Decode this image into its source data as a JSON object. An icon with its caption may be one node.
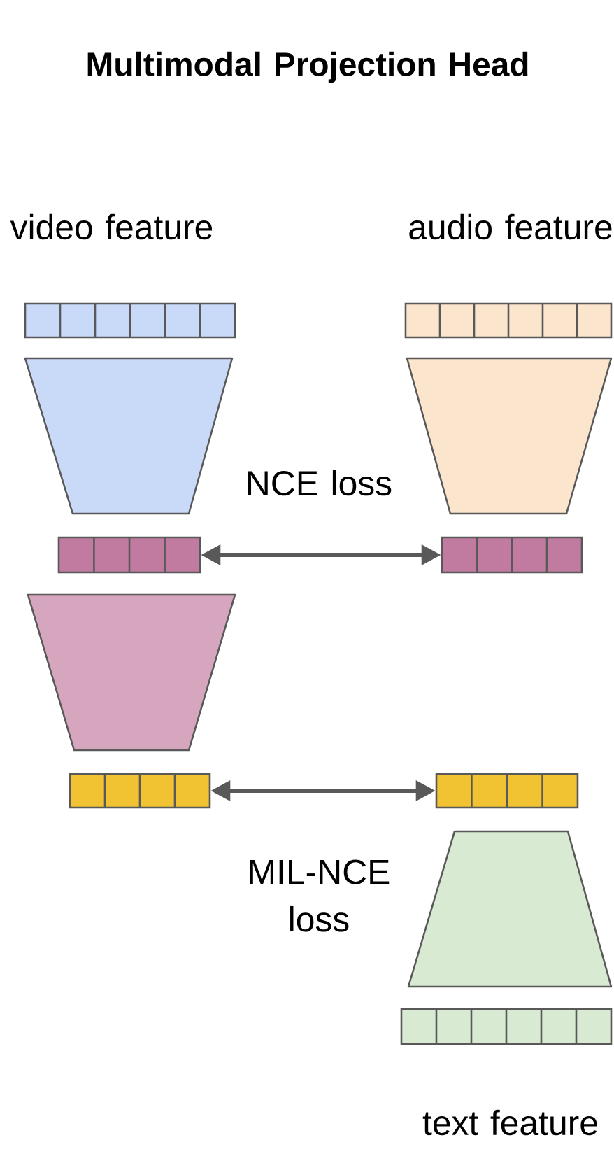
{
  "diagram": {
    "title": "Multimodal Projection Head",
    "nodes": [
      {
        "text": [],
        "shape": "bar",
        "beside": [
          "video feature"
        ]
      },
      {
        "text": [],
        "shape": "bar",
        "beside": [
          "audio feature"
        ]
      },
      {
        "text": [],
        "shape": "trapezoid"
      },
      {
        "text": [],
        "shape": "trapezoid"
      },
      {
        "text": [],
        "shape": "bar"
      },
      {
        "text": [],
        "shape": "bar"
      },
      {
        "text": [],
        "shape": "trapezoid"
      },
      {
        "text": [],
        "shape": "bar"
      },
      {
        "text": [],
        "shape": "bar"
      },
      {
        "text": [],
        "shape": "trapezoid"
      },
      {
        "text": [],
        "shape": "bar",
        "beside": [
          "text feature"
        ]
      }
    ],
    "edges": [
      {
        "from": 4,
        "to": 5,
        "arrow": "both",
        "label": "NCE loss"
      },
      {
        "from": 7,
        "to": 8,
        "arrow": "both",
        "label": "MIL-NCE loss"
      }
    ]
  }
}
